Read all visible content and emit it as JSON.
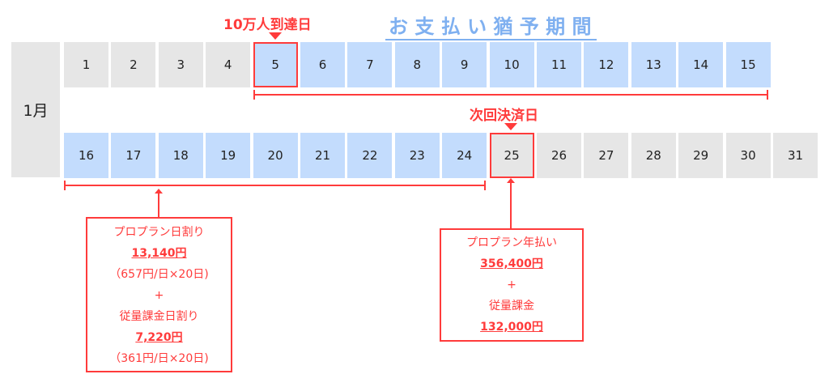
{
  "title": "お 支 払 い 猶 予 期 間",
  "month": "1月",
  "markers": {
    "reach_100k": "10万人到達日",
    "next_payment": "次回決済日"
  },
  "row1": [
    {
      "day": "1",
      "state": "gray"
    },
    {
      "day": "2",
      "state": "gray"
    },
    {
      "day": "3",
      "state": "gray"
    },
    {
      "day": "4",
      "state": "gray"
    },
    {
      "day": "5",
      "state": "blue",
      "highlight": true
    },
    {
      "day": "6",
      "state": "blue"
    },
    {
      "day": "7",
      "state": "blue"
    },
    {
      "day": "8",
      "state": "blue"
    },
    {
      "day": "9",
      "state": "blue"
    },
    {
      "day": "10",
      "state": "blue"
    },
    {
      "day": "11",
      "state": "blue"
    },
    {
      "day": "12",
      "state": "blue"
    },
    {
      "day": "13",
      "state": "blue"
    },
    {
      "day": "14",
      "state": "blue"
    },
    {
      "day": "15",
      "state": "blue"
    }
  ],
  "row2": [
    {
      "day": "16",
      "state": "blue"
    },
    {
      "day": "17",
      "state": "blue"
    },
    {
      "day": "18",
      "state": "blue"
    },
    {
      "day": "19",
      "state": "blue"
    },
    {
      "day": "20",
      "state": "blue"
    },
    {
      "day": "21",
      "state": "blue"
    },
    {
      "day": "22",
      "state": "blue"
    },
    {
      "day": "23",
      "state": "blue"
    },
    {
      "day": "24",
      "state": "blue"
    },
    {
      "day": "25",
      "state": "gray",
      "highlight": true
    },
    {
      "day": "26",
      "state": "gray"
    },
    {
      "day": "27",
      "state": "gray"
    },
    {
      "day": "28",
      "state": "gray"
    },
    {
      "day": "29",
      "state": "gray"
    },
    {
      "day": "30",
      "state": "gray"
    },
    {
      "day": "31",
      "state": "gray"
    }
  ],
  "box_left": {
    "line1": "プロプラン日割り",
    "amount1": "13,140円",
    "calc1": "（657円/日×20日)",
    "plus": "+",
    "line2": "従量課金日割り",
    "amount2": "7,220円",
    "calc2": "（361円/日×20日)"
  },
  "box_right": {
    "line1": "プロプラン年払い",
    "amount1": "356,400円",
    "plus": "+",
    "line2": "従量課金",
    "amount2": "132,000円"
  },
  "colors": {
    "red": "#ff3b3b",
    "blue": "#c3dcfd",
    "gray": "#e6e6e6",
    "title_blue": "#7fb0f0"
  }
}
